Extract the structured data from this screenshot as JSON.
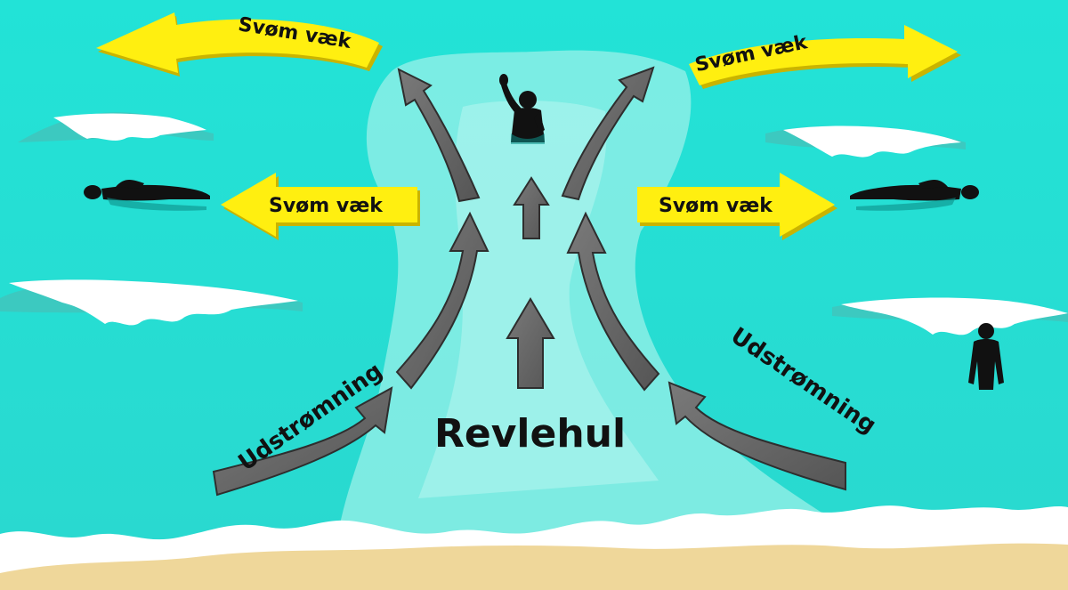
{
  "labels": {
    "swim_away": "Svøm væk",
    "outflow": "Udstrømning",
    "rip_channel": "Revlehul"
  },
  "colors": {
    "sea": "#1fe0d4",
    "sea_dark": "#16c7bd",
    "current_zone": "#8ee8e0",
    "foam": "#ffffff",
    "sand": "#efd79a",
    "arrow_yellow": "#ffef10",
    "arrow_yellow_edge": "#c9b400",
    "arrow_gray": "#6b6b6b",
    "arrow_gray_edge": "#2e2e2e",
    "silhouette": "#111111"
  },
  "icons": [
    "swimmer-icon",
    "waving-person-icon",
    "standing-person-icon"
  ]
}
